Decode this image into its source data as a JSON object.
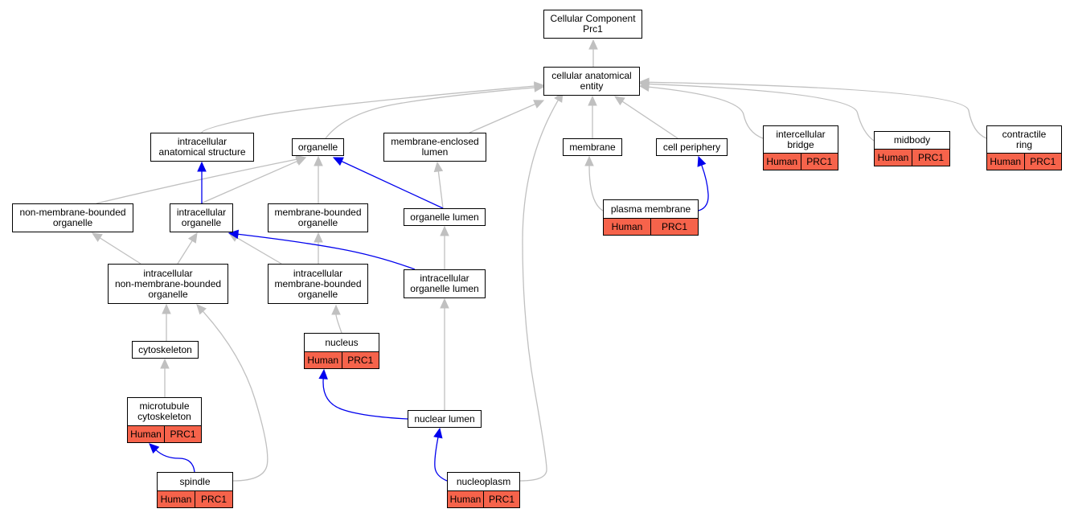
{
  "nodes": [
    {
      "id": "root",
      "label": "Cellular Component\nPrc1"
    },
    {
      "id": "cae",
      "label": "cellular anatomical\nentity"
    },
    {
      "id": "ias",
      "label": "intracellular\nanatomical structure"
    },
    {
      "id": "organelle",
      "label": "organelle"
    },
    {
      "id": "mel",
      "label": "membrane-enclosed\nlumen"
    },
    {
      "id": "membrane",
      "label": "membrane"
    },
    {
      "id": "cellper",
      "label": "cell periphery"
    },
    {
      "id": "icbridge",
      "label": "intercellular\nbridge",
      "annotation": {
        "species": "Human",
        "gene": "PRC1"
      }
    },
    {
      "id": "midbody",
      "label": "midbody",
      "annotation": {
        "species": "Human",
        "gene": "PRC1"
      }
    },
    {
      "id": "contring",
      "label": "contractile\nring",
      "annotation": {
        "species": "Human",
        "gene": "PRC1"
      }
    },
    {
      "id": "nmbo",
      "label": "non-membrane-bounded\norganelle"
    },
    {
      "id": "io",
      "label": "intracellular\norganelle"
    },
    {
      "id": "mbo",
      "label": "membrane-bounded\norganelle"
    },
    {
      "id": "ol",
      "label": "organelle lumen"
    },
    {
      "id": "pm",
      "label": "plasma membrane",
      "annotation": {
        "species": "Human",
        "gene": "PRC1"
      }
    },
    {
      "id": "inmbo",
      "label": "intracellular\nnon-membrane-bounded\norganelle"
    },
    {
      "id": "imbo",
      "label": "intracellular\nmembrane-bounded\norganelle"
    },
    {
      "id": "iol",
      "label": "intracellular\norganelle lumen"
    },
    {
      "id": "cytoskel",
      "label": "cytoskeleton"
    },
    {
      "id": "nucleus",
      "label": "nucleus",
      "annotation": {
        "species": "Human",
        "gene": "PRC1"
      }
    },
    {
      "id": "mtcyto",
      "label": "microtubule\ncytoskeleton",
      "annotation": {
        "species": "Human",
        "gene": "PRC1"
      }
    },
    {
      "id": "nuclumen",
      "label": "nuclear lumen"
    },
    {
      "id": "spindle",
      "label": "spindle",
      "annotation": {
        "species": "Human",
        "gene": "PRC1"
      }
    },
    {
      "id": "nucleoplasm",
      "label": "nucleoplasm",
      "annotation": {
        "species": "Human",
        "gene": "PRC1"
      }
    }
  ],
  "edges": [
    {
      "from": "cae",
      "to": "root",
      "relation": "is_a"
    },
    {
      "from": "ias",
      "to": "cae",
      "relation": "is_a"
    },
    {
      "from": "organelle",
      "to": "cae",
      "relation": "is_a"
    },
    {
      "from": "mel",
      "to": "cae",
      "relation": "is_a"
    },
    {
      "from": "membrane",
      "to": "cae",
      "relation": "is_a"
    },
    {
      "from": "cellper",
      "to": "cae",
      "relation": "is_a"
    },
    {
      "from": "icbridge",
      "to": "cae",
      "relation": "is_a"
    },
    {
      "from": "midbody",
      "to": "cae",
      "relation": "is_a"
    },
    {
      "from": "contring",
      "to": "cae",
      "relation": "is_a"
    },
    {
      "from": "nucleoplasm",
      "to": "cae",
      "relation": "is_a"
    },
    {
      "from": "nmbo",
      "to": "organelle",
      "relation": "is_a"
    },
    {
      "from": "io",
      "to": "organelle",
      "relation": "is_a"
    },
    {
      "from": "io",
      "to": "ias",
      "relation": "part_of"
    },
    {
      "from": "mbo",
      "to": "organelle",
      "relation": "is_a"
    },
    {
      "from": "ol",
      "to": "mel",
      "relation": "is_a"
    },
    {
      "from": "ol",
      "to": "organelle",
      "relation": "part_of"
    },
    {
      "from": "pm",
      "to": "membrane",
      "relation": "is_a"
    },
    {
      "from": "pm",
      "to": "cellper",
      "relation": "part_of"
    },
    {
      "from": "inmbo",
      "to": "nmbo",
      "relation": "is_a"
    },
    {
      "from": "inmbo",
      "to": "io",
      "relation": "is_a"
    },
    {
      "from": "imbo",
      "to": "io",
      "relation": "is_a"
    },
    {
      "from": "imbo",
      "to": "mbo",
      "relation": "is_a"
    },
    {
      "from": "iol",
      "to": "ol",
      "relation": "is_a"
    },
    {
      "from": "iol",
      "to": "io",
      "relation": "part_of"
    },
    {
      "from": "cytoskel",
      "to": "inmbo",
      "relation": "is_a"
    },
    {
      "from": "nucleus",
      "to": "imbo",
      "relation": "is_a"
    },
    {
      "from": "mtcyto",
      "to": "cytoskel",
      "relation": "is_a"
    },
    {
      "from": "nuclumen",
      "to": "iol",
      "relation": "is_a"
    },
    {
      "from": "nuclumen",
      "to": "nucleus",
      "relation": "part_of"
    },
    {
      "from": "spindle",
      "to": "inmbo",
      "relation": "is_a"
    },
    {
      "from": "spindle",
      "to": "mtcyto",
      "relation": "part_of"
    },
    {
      "from": "nucleoplasm",
      "to": "nuclumen",
      "relation": "part_of"
    }
  ],
  "colors": {
    "is_a": "#c0c0c0",
    "part_of": "#0000ee",
    "annotation_fill": "#f6634b"
  }
}
